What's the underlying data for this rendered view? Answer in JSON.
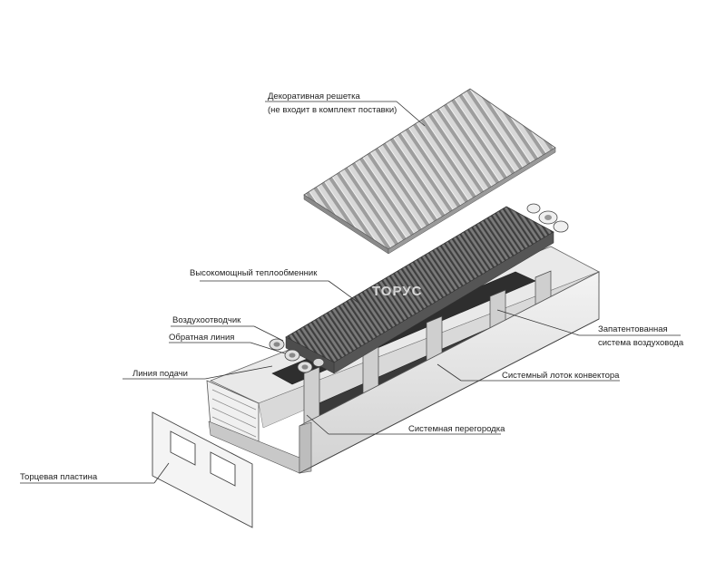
{
  "callouts": {
    "grille_line1": "Декоративная решетка",
    "grille_line2": "(не входит в комплект поставки)",
    "heat_exchanger": "Высокомощный теплообменник",
    "air_vent": "Воздухоотводчик",
    "return_line": "Обратная линия",
    "supply_line": "Линия подачи",
    "end_plate": "Торцевая пластина",
    "partition": "Системная перегородка",
    "tray": "Системный лоток конвектора",
    "airflow_line1": "Запатентованная",
    "airflow_line2": "система воздуховода"
  },
  "watermark": "ТОРУС",
  "colors": {
    "metal_light": "#e6e6e6",
    "metal_mid": "#bdbdbd",
    "metal_dark": "#6e6e6e",
    "fin_dark": "#4a4a4a",
    "leader": "#333333"
  }
}
